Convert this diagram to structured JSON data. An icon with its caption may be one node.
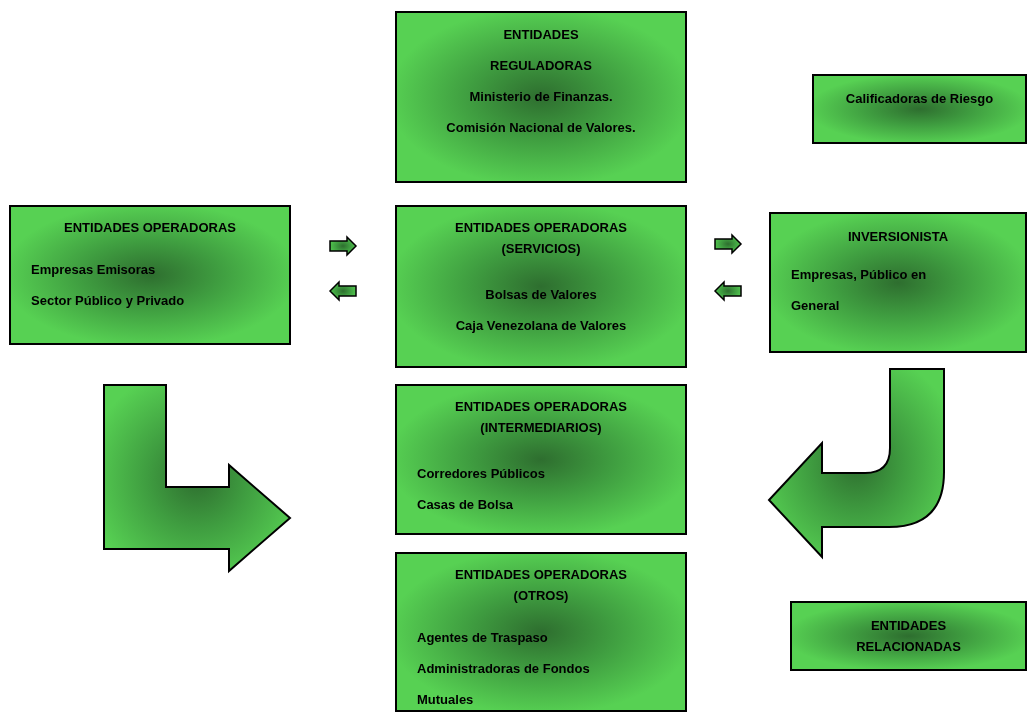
{
  "diagram": {
    "nodes": [
      {
        "text": [
          "ENTIDADES REGULADORAS",
          "Ministerio de Finanzas.",
          "Comisión Nacional de Valores."
        ]
      },
      {
        "text": [
          "Calificadoras de Riesgo"
        ]
      },
      {
        "text": [
          "ENTIDADES OPERADORAS",
          "Empresas Emisoras",
          "Sector Público y Privado"
        ]
      },
      {
        "text": [
          "ENTIDADES OPERADORAS (SERVICIOS)",
          "Bolsas de Valores",
          "Caja Venezolana de Valores"
        ]
      },
      {
        "text": [
          "INVERSIONISTA",
          "Empresas, Público en General"
        ]
      },
      {
        "text": [
          "ENTIDADES OPERADORAS (INTERMEDIARIOS)",
          "Corredores Públicos",
          "Casas de Bolsa"
        ]
      },
      {
        "text": [
          "ENTIDADES OPERADORAS (OTROS)",
          "Agentes de Traspaso",
          "Administradoras de Fondos",
          "Mutuales"
        ]
      },
      {
        "text": [
          "ENTIDADES RELACIONADAS"
        ]
      }
    ],
    "edges": [
      {
        "from": 2,
        "to": 3,
        "arrow": "to"
      },
      {
        "from": 3,
        "to": 2,
        "arrow": "to"
      },
      {
        "from": 3,
        "to": 4,
        "arrow": "to"
      },
      {
        "from": 4,
        "to": 3,
        "arrow": "to"
      },
      {
        "from": 2,
        "to": 5,
        "arrow": "to",
        "style": "thick"
      },
      {
        "from": 4,
        "to": 5,
        "arrow": "to",
        "style": "thick"
      }
    ]
  }
}
